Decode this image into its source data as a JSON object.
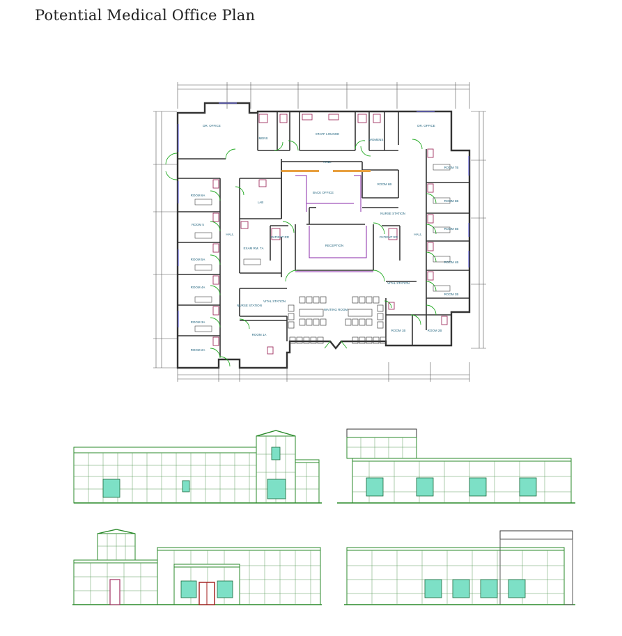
{
  "title": "Potential Medical Office Plan",
  "colors": {
    "wall": "#333333",
    "door": "#22aa22",
    "label": "#1a5f7a",
    "accent": "#e8a040",
    "window": "#7de0c6",
    "trim": "#228822",
    "purple": "#7a2a9a",
    "magenta": "#a03060"
  },
  "rooms": {
    "dr_office_left": "DR. OFFICE",
    "dr_office_right": "DR. OFFICE",
    "mens": "MENS",
    "staff_lounge": "STAFF LOUNGE",
    "womens": "WOMENS",
    "hall_top": "HALL",
    "room_6a": "ROOM 6A",
    "lab": "LAB",
    "back_office": "BACK OFFICE",
    "room_6b": "ROOM 6B",
    "room_7b": "ROOM 7B",
    "room_6b_right": "ROOM 6B",
    "nurse_station_right": "NURSE STATION",
    "room_5": "ROOM 5",
    "hall_left": "HALL",
    "patient_rr_left": "PATIENT RR",
    "patient_rr_right": "PATIENT RR",
    "hall_right": "HALL",
    "room_5b": "ROOM 5B",
    "room_5a": "ROOM 5A",
    "exam_rm": "EXAM RM. 7A",
    "reception": "RECEPTION",
    "room_4b": "ROOM 4B",
    "room_4a": "ROOM 4A",
    "vital_station_right": "VITAL STATION",
    "room_2b": "ROOM 2B",
    "vital_station_left": "VITAL STATION",
    "nurse_station_left": "NURSE STATION",
    "waiting_room": "WAITING ROOM",
    "room_3a": "ROOM 3A",
    "room_1a": "ROOM 1A",
    "room_1b": "ROOM 1B",
    "room_2b_lower": "ROOM 2B",
    "room_2a": "ROOM 2A"
  }
}
